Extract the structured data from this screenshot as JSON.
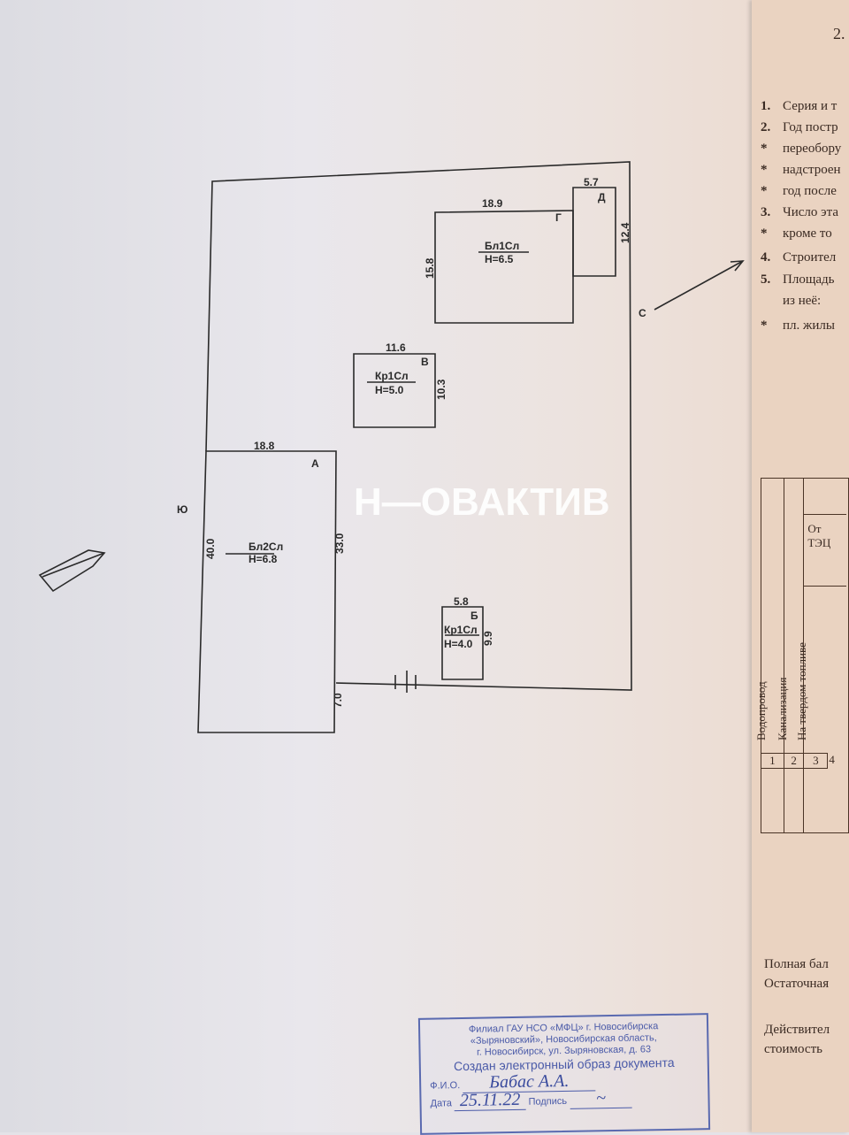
{
  "page_number": "2.",
  "plan": {
    "buildings": [
      {
        "letter": "А",
        "material": "Бл2Сл",
        "height": "Н=6.8",
        "dims": [
          "18.8",
          "40.0",
          "33.0",
          "7.0"
        ]
      },
      {
        "letter": "Б",
        "material": "Кр1Сл",
        "height": "Н=4.0",
        "dims": [
          "5.8",
          "9.9"
        ]
      },
      {
        "letter": "В",
        "material": "Кр1Сл",
        "height": "Н=5.0",
        "dims": [
          "11.6",
          "10.3"
        ]
      },
      {
        "letter": "Г",
        "material": "Бл1Сл",
        "height": "Н=6.5",
        "dims": [
          "18.9",
          "15.8"
        ]
      },
      {
        "letter": "Д",
        "dims": [
          "5.7",
          "12.4"
        ]
      }
    ],
    "north_label": "С",
    "south_label": "Ю"
  },
  "watermark": "Н—ОВАКТИВ",
  "right_page": {
    "items": [
      {
        "n": "1.",
        "text": "Серия и т"
      },
      {
        "n": "2.",
        "text": "Год постр"
      },
      {
        "n": "*",
        "text": "переобору"
      },
      {
        "n": "*",
        "text": "надстроен"
      },
      {
        "n": "*",
        "text": "год после"
      },
      {
        "n": "3.",
        "text": "Число эта"
      },
      {
        "n": "*",
        "text": "кроме то"
      },
      {
        "n": "4.",
        "text": "Строител"
      },
      {
        "n": "5.",
        "text": "Площадь"
      },
      {
        "n": "",
        "text": "из неё:"
      },
      {
        "n": "*",
        "text": "пл. жилы"
      }
    ],
    "table": {
      "header_top": "От ТЭЦ",
      "columns": [
        "Водопровод",
        "Канализация",
        "На твердом топливе"
      ],
      "numbers": [
        "1",
        "2",
        "3",
        "4"
      ]
    },
    "footer": [
      "Полная бал",
      "Остаточная",
      "Действител",
      "стоимость"
    ]
  },
  "stamp": {
    "lines": [
      "Филиал ГАУ НСО «МФЦ» г. Новосибирска",
      "«Зыряновский», Новосибирская область,",
      "г. Новосибирск, ул. Зыряновская, д. 63"
    ],
    "title": "Создан электронный образ документа",
    "fio_label": "Ф.И.О.",
    "fio_value": "Бабас А.А.",
    "date_label": "Дата",
    "date_value": "25.11.22",
    "sign_label": "Подпись"
  }
}
